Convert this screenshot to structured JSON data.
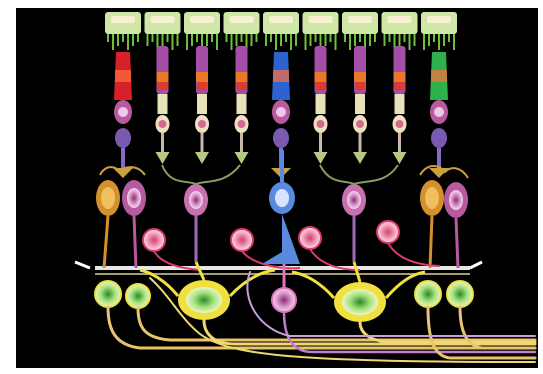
{
  "figure": {
    "background_color": "#000000",
    "frame_color": "#ffffff",
    "colors": {
      "rod_outer_segment": "#a34fa8",
      "rod_inner_segment": "#e8e2b8",
      "red_cone": "#d8202a",
      "blue_cone": "#2c63d0",
      "green_cone": "#2fb04a",
      "pigment_epithelium": "#cfe8a8",
      "pigment_villi": "#6fbf3a",
      "orange_band": "#e8782a",
      "bipolar_cell": "#b85aa0",
      "horizontal_cell": "#d4902a",
      "amacrine_cell": "#d93a6a",
      "ganglion_cell": "#f0e040",
      "ganglion_green": "#6cc860",
      "optic_fiber": "#e8c46a",
      "plexiform_layer": "#ffffff",
      "blue_pathway": "#5a8ae0"
    },
    "photoreceptors": [
      {
        "kind": "cone",
        "pigment": "red"
      },
      {
        "kind": "rod"
      },
      {
        "kind": "rod"
      },
      {
        "kind": "rod"
      },
      {
        "kind": "cone",
        "pigment": "blue"
      },
      {
        "kind": "rod"
      },
      {
        "kind": "rod"
      },
      {
        "kind": "rod"
      },
      {
        "kind": "cone",
        "pigment": "green"
      }
    ]
  }
}
